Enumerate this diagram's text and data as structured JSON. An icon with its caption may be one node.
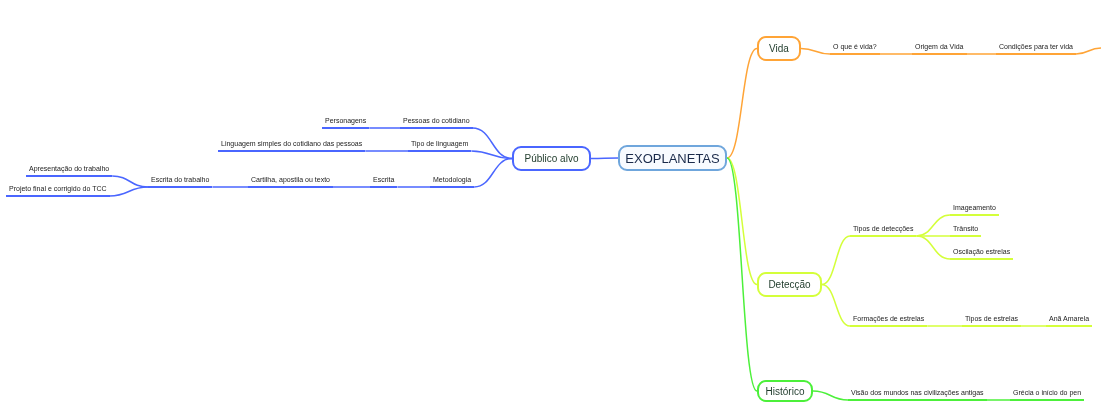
{
  "diagram": {
    "nodes": [
      {
        "text": [
          "EXOPLANETAS"
        ]
      },
      {
        "text": [
          "Público alvo"
        ]
      },
      {
        "text": [
          "Pessoas do cotidiano"
        ]
      },
      {
        "text": [
          "Personagens"
        ]
      },
      {
        "text": [
          "Tipo de linguagem"
        ]
      },
      {
        "text": [
          "Linguagem simples do cotidiano das pessoas"
        ]
      },
      {
        "text": [
          "Metodologia"
        ]
      },
      {
        "text": [
          "Escrita"
        ]
      },
      {
        "text": [
          "Cartilha, apostila ou texto"
        ]
      },
      {
        "text": [
          "Escrita do trabalho"
        ]
      },
      {
        "text": [
          "Apresentação do trabalho"
        ]
      },
      {
        "text": [
          "Projeto final e corrigido do TCC"
        ]
      },
      {
        "text": [
          "Vida"
        ]
      },
      {
        "text": [
          "O que é vida?"
        ]
      },
      {
        "text": [
          "Origem da Vida"
        ]
      },
      {
        "text": [
          "Condições para ter vida"
        ]
      },
      {
        "text": [
          "Detecção"
        ]
      },
      {
        "text": [
          "Tipos de detecções"
        ]
      },
      {
        "text": [
          "Imageamento"
        ]
      },
      {
        "text": [
          "Trânsito"
        ]
      },
      {
        "text": [
          "Oscilação estrelas"
        ]
      },
      {
        "text": [
          "Formações de estrelas"
        ]
      },
      {
        "text": [
          "Tipos de estrelas"
        ]
      },
      {
        "text": [
          "Anã Amarela"
        ]
      },
      {
        "text": [
          "Histórico"
        ]
      },
      {
        "text": [
          "Visão dos mundos nas civilizações antigas"
        ]
      },
      {
        "text": [
          "Grécia o início do pen"
        ]
      }
    ],
    "edges": [
      {
        "from": 0,
        "to": 1,
        "arrow": "none"
      },
      {
        "from": 1,
        "to": 2,
        "arrow": "none"
      },
      {
        "from": 2,
        "to": 3,
        "arrow": "none"
      },
      {
        "from": 1,
        "to": 4,
        "arrow": "none"
      },
      {
        "from": 4,
        "to": 5,
        "arrow": "none"
      },
      {
        "from": 1,
        "to": 6,
        "arrow": "none"
      },
      {
        "from": 6,
        "to": 7,
        "arrow": "none"
      },
      {
        "from": 7,
        "to": 8,
        "arrow": "none"
      },
      {
        "from": 8,
        "to": 9,
        "arrow": "none"
      },
      {
        "from": 9,
        "to": 10,
        "arrow": "none"
      },
      {
        "from": 9,
        "to": 11,
        "arrow": "none"
      },
      {
        "from": 0,
        "to": 12,
        "arrow": "none",
        "color": "#ffa436"
      },
      {
        "from": 12,
        "to": 13,
        "arrow": "none",
        "color": "#ffa436"
      },
      {
        "from": 13,
        "to": 14,
        "arrow": "none",
        "color": "#ffa436"
      },
      {
        "from": 14,
        "to": 15,
        "arrow": "none",
        "color": "#ffa436"
      },
      {
        "from": 15,
        "to": null,
        "arrow": "none",
        "color": "#ffa436"
      },
      {
        "from": 0,
        "to": 16,
        "arrow": "none",
        "color": "#d4ff3a"
      },
      {
        "from": 16,
        "to": 17,
        "arrow": "none",
        "color": "#d4ff3a"
      },
      {
        "from": 17,
        "to": 18,
        "arrow": "none",
        "color": "#d4ff3a"
      },
      {
        "from": 17,
        "to": 19,
        "arrow": "none",
        "color": "#d4ff3a"
      },
      {
        "from": 17,
        "to": 20,
        "arrow": "none",
        "color": "#d4ff3a"
      },
      {
        "from": 16,
        "to": 21,
        "arrow": "none",
        "color": "#d4ff3a"
      },
      {
        "from": 21,
        "to": 22,
        "arrow": "none",
        "color": "#d4ff3a"
      },
      {
        "from": 22,
        "to": 23,
        "arrow": "none",
        "color": "#d4ff3a"
      },
      {
        "from": 0,
        "to": 24,
        "arrow": "none",
        "color": "#4cf03a"
      },
      {
        "from": 24,
        "to": 25,
        "arrow": "none",
        "color": "#4cf03a"
      },
      {
        "from": 25,
        "to": 26,
        "arrow": "none",
        "color": "#4cf03a"
      }
    ]
  }
}
